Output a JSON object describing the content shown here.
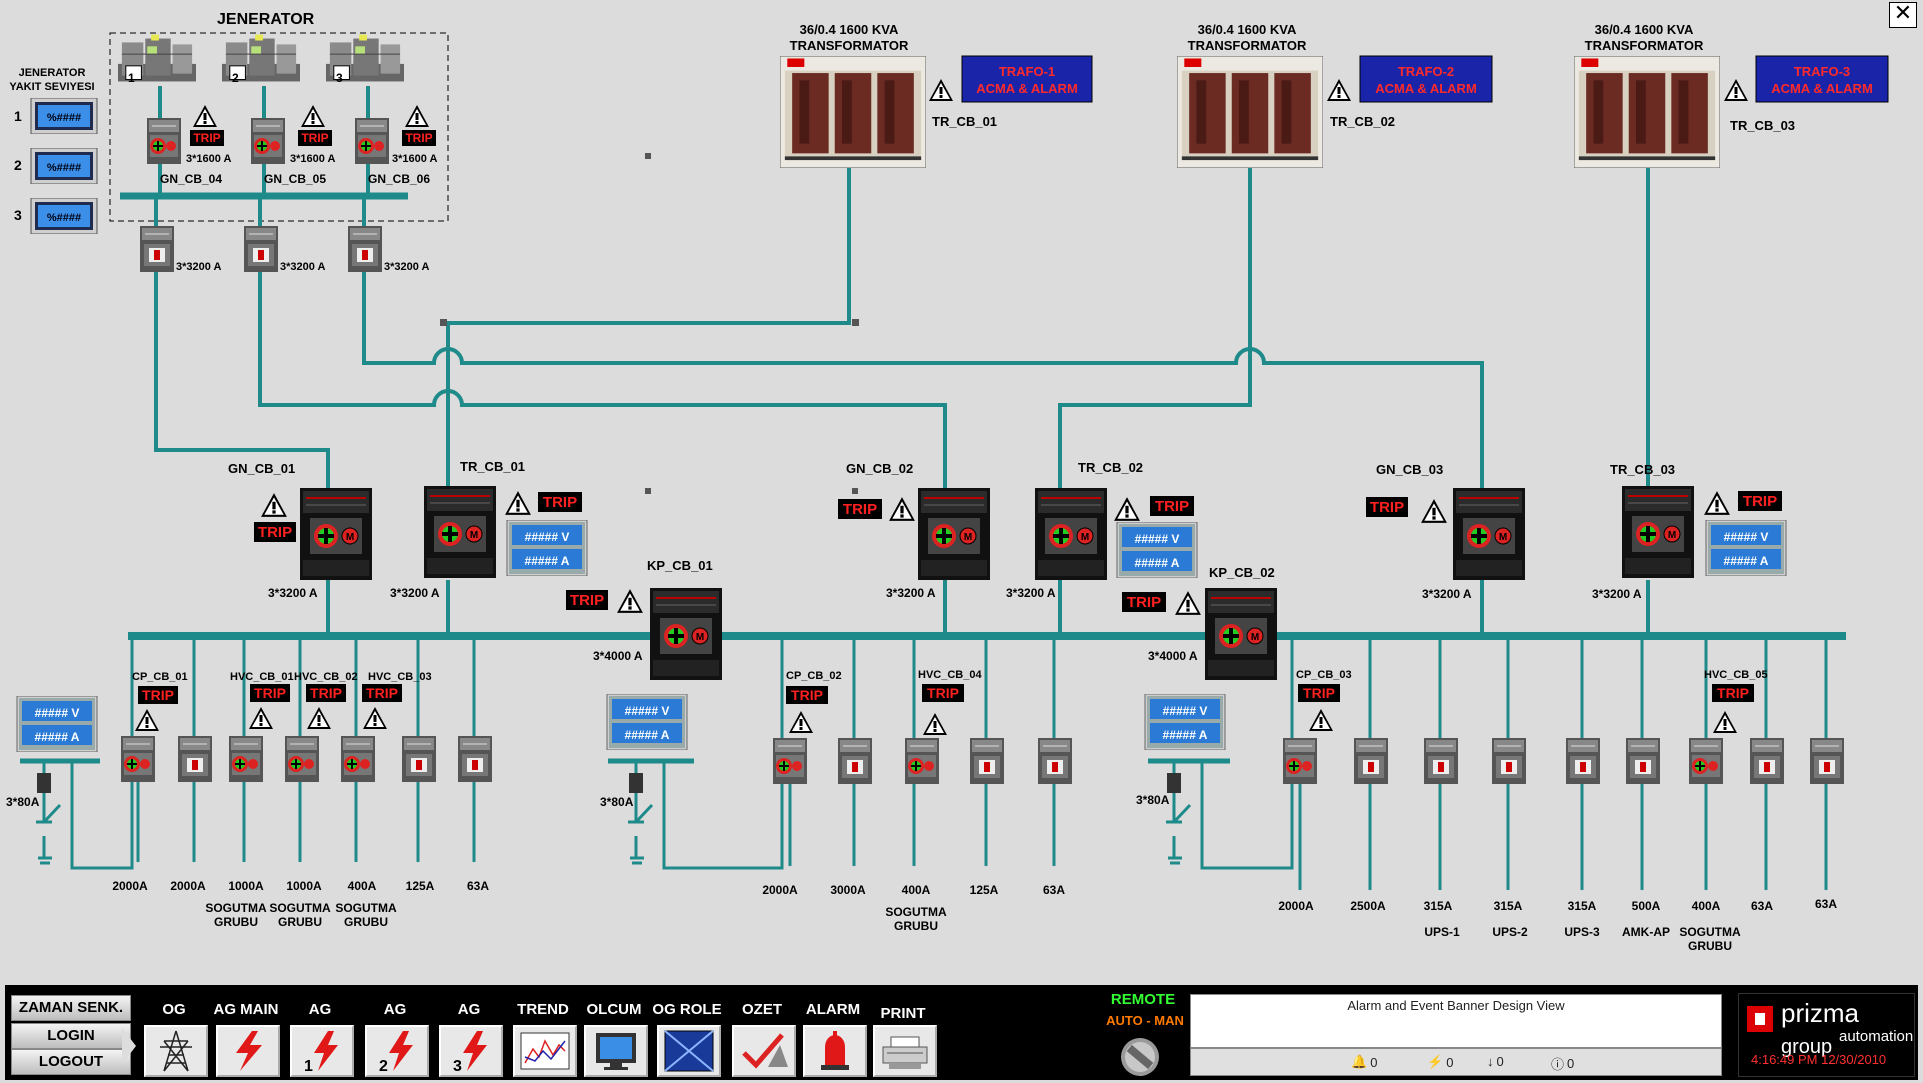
{
  "window": {
    "close_label": "✕"
  },
  "generator_group": {
    "title": "JENERATOR",
    "fuel_title_1": "JENERATOR",
    "fuel_title_2": "YAKIT SEVIYESI",
    "fuel_levels": [
      {
        "num": "1",
        "value": "%####"
      },
      {
        "num": "2",
        "value": "%####"
      },
      {
        "num": "3",
        "value": "%####"
      }
    ],
    "generators": [
      "1",
      "2",
      "3"
    ],
    "gen_breakers": [
      {
        "name": "GN_CB_04",
        "rating": "3*1600 A",
        "trip": "TRIP"
      },
      {
        "name": "GN_CB_05",
        "rating": "3*1600 A",
        "trip": "TRIP"
      },
      {
        "name": "GN_CB_06",
        "rating": "3*1600 A",
        "trip": "TRIP"
      }
    ],
    "out_breakers": [
      "3*3200 A",
      "3*3200 A",
      "3*3200 A"
    ]
  },
  "transformers": [
    {
      "title1": "36/0.4 1600 KVA",
      "title2": "TRANSFORMATOR",
      "alarm1": "TRAFO-1",
      "alarm2": "ACMA & ALARM",
      "cb": "TR_CB_01"
    },
    {
      "title1": "36/0.4 1600 KVA",
      "title2": "TRANSFORMATOR",
      "alarm1": "TRAFO-2",
      "alarm2": "ACMA & ALARM",
      "cb": "TR_CB_02"
    },
    {
      "title1": "36/0.4 1600 KVA",
      "title2": "TRANSFORMATOR",
      "alarm1": "TRAFO-3",
      "alarm2": "ACMA & ALARM",
      "cb": "TR_CB_03"
    }
  ],
  "main_breakers": [
    {
      "name": "GN_CB_01",
      "rating": "3*3200 A",
      "trip": "TRIP"
    },
    {
      "name": "TR_CB_01",
      "rating": "3*3200 A",
      "trip": "TRIP"
    },
    {
      "name": "KP_CB_01",
      "rating": "3*4000 A",
      "trip": "TRIP"
    },
    {
      "name": "GN_CB_02",
      "rating": "3*3200 A",
      "trip": "TRIP"
    },
    {
      "name": "TR_CB_02",
      "rating": "3*3200 A",
      "trip": "TRIP"
    },
    {
      "name": "KP_CB_02",
      "rating": "3*4000 A",
      "trip": "TRIP"
    },
    {
      "name": "GN_CB_03",
      "rating": "3*3200 A",
      "trip": "TRIP"
    },
    {
      "name": "TR_CB_03",
      "rating": "3*3200 A",
      "trip": "TRIP"
    }
  ],
  "meter": {
    "v": "##### V",
    "a": "##### A"
  },
  "fuse_rating": "3*80A",
  "feeder_names": {
    "cp1": "CP_CB_01",
    "hvc1": "HVC_CB_01",
    "hvc2": "HVC_CB_02",
    "hvc3": "HVC_CB_03",
    "cp2": "CP_CB_02",
    "hvc4": "HVC_CB_04",
    "cp3": "CP_CB_03",
    "hvc5": "HVC_CB_05"
  },
  "trip_label": "TRIP",
  "feeders": {
    "section1": [
      {
        "amp": "2000A",
        "desc1": "",
        "desc2": ""
      },
      {
        "amp": "2000A",
        "desc1": "",
        "desc2": ""
      },
      {
        "amp": "1000A",
        "desc1": "SOGUTMA",
        "desc2": "GRUBU"
      },
      {
        "amp": "1000A",
        "desc1": "SOGUTMA",
        "desc2": "GRUBU"
      },
      {
        "amp": "400A",
        "desc1": "SOGUTMA",
        "desc2": "GRUBU"
      },
      {
        "amp": "125A",
        "desc1": "",
        "desc2": ""
      },
      {
        "amp": "63A",
        "desc1": "",
        "desc2": ""
      }
    ],
    "section2": [
      {
        "amp": "2000A",
        "desc1": "",
        "desc2": ""
      },
      {
        "amp": "3000A",
        "desc1": "",
        "desc2": ""
      },
      {
        "amp": "400A",
        "desc1": "SOGUTMA",
        "desc2": "GRUBU"
      },
      {
        "amp": "125A",
        "desc1": "",
        "desc2": ""
      },
      {
        "amp": "63A",
        "desc1": "",
        "desc2": ""
      }
    ],
    "section3": [
      {
        "amp": "2000A",
        "desc1": "",
        "desc2": ""
      },
      {
        "amp": "2500A",
        "desc1": "",
        "desc2": ""
      },
      {
        "amp": "315A",
        "desc1": "UPS-1",
        "desc2": ""
      },
      {
        "amp": "315A",
        "desc1": "UPS-2",
        "desc2": ""
      },
      {
        "amp": "315A",
        "desc1": "UPS-3",
        "desc2": ""
      },
      {
        "amp": "500A",
        "desc1": "AMK-AP",
        "desc2": ""
      },
      {
        "amp": "400A",
        "desc1": "SOGUTMA",
        "desc2": "GRUBU"
      },
      {
        "amp": "63A",
        "desc1": "",
        "desc2": ""
      },
      {
        "amp": "63A",
        "desc1": "",
        "desc2": ""
      }
    ]
  },
  "toolbar": {
    "zaman": "ZAMAN SENK.",
    "login": "LOGIN",
    "logout": "LOGOUT",
    "buttons": [
      {
        "label": "OG",
        "icon": "transmission-tower-icon"
      },
      {
        "label": "AG MAIN",
        "icon": "lightning-icon"
      },
      {
        "label": "AG",
        "icon": "lightning-1-icon",
        "num": "1"
      },
      {
        "label": "AG",
        "icon": "lightning-2-icon",
        "num": "2"
      },
      {
        "label": "AG",
        "icon": "lightning-3-icon",
        "num": "3"
      },
      {
        "label": "TREND",
        "icon": "trend-chart-icon"
      },
      {
        "label": "OLCUM",
        "icon": "monitor-icon"
      },
      {
        "label": "OG ROLE",
        "icon": "relay-icon"
      },
      {
        "label": "OZET",
        "icon": "summary-icon"
      },
      {
        "label": "ALARM",
        "icon": "alarm-bell-icon"
      },
      {
        "label": "PRINT",
        "icon": "printer-icon"
      }
    ],
    "remote": "REMOTE",
    "automan": "AUTO - MAN",
    "banner_title": "Alarm and Event Banner Design View",
    "counts": [
      "0",
      "0",
      "0",
      "0"
    ],
    "brand": "prizma",
    "brand2": "group",
    "brand_sub": "automation",
    "clock": "4:16:49 PM 12/30/2010"
  },
  "colors": {
    "busbar": "#1f8a8a",
    "trip_bg": "#000000",
    "trip_fg": "#ff2020",
    "alarm_box": "#1a24a8",
    "alarm_text": "#ff2a2a"
  }
}
